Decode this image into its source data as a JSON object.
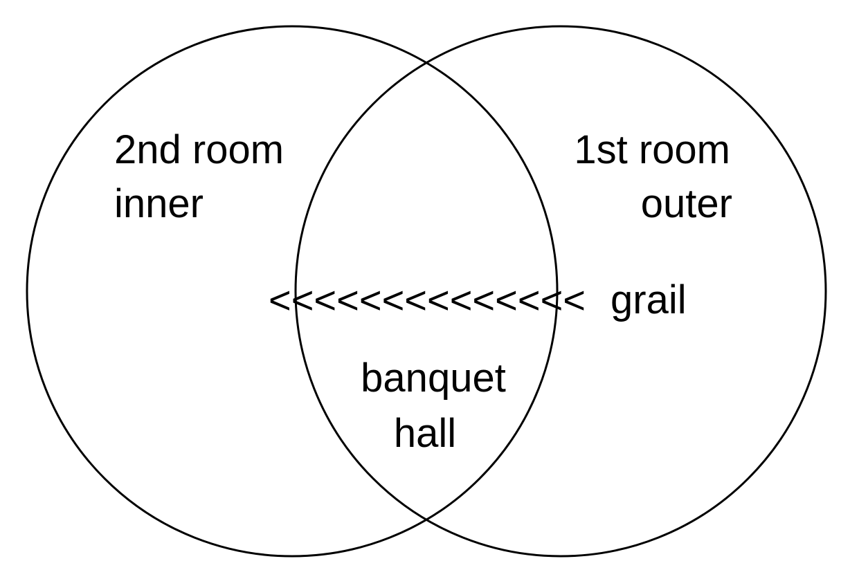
{
  "diagram": {
    "left_circle": {
      "line1": "2nd room",
      "line2": "inner"
    },
    "right_circle": {
      "line1": "1st room",
      "line2": "outer"
    },
    "overlap": {
      "line1": "banquet",
      "line2": "hall"
    },
    "arrow_text": "<<<<<<<<<<<<<<",
    "grail_label": "grail",
    "colors": {
      "stroke": "#000000",
      "background": "#ffffff"
    }
  }
}
